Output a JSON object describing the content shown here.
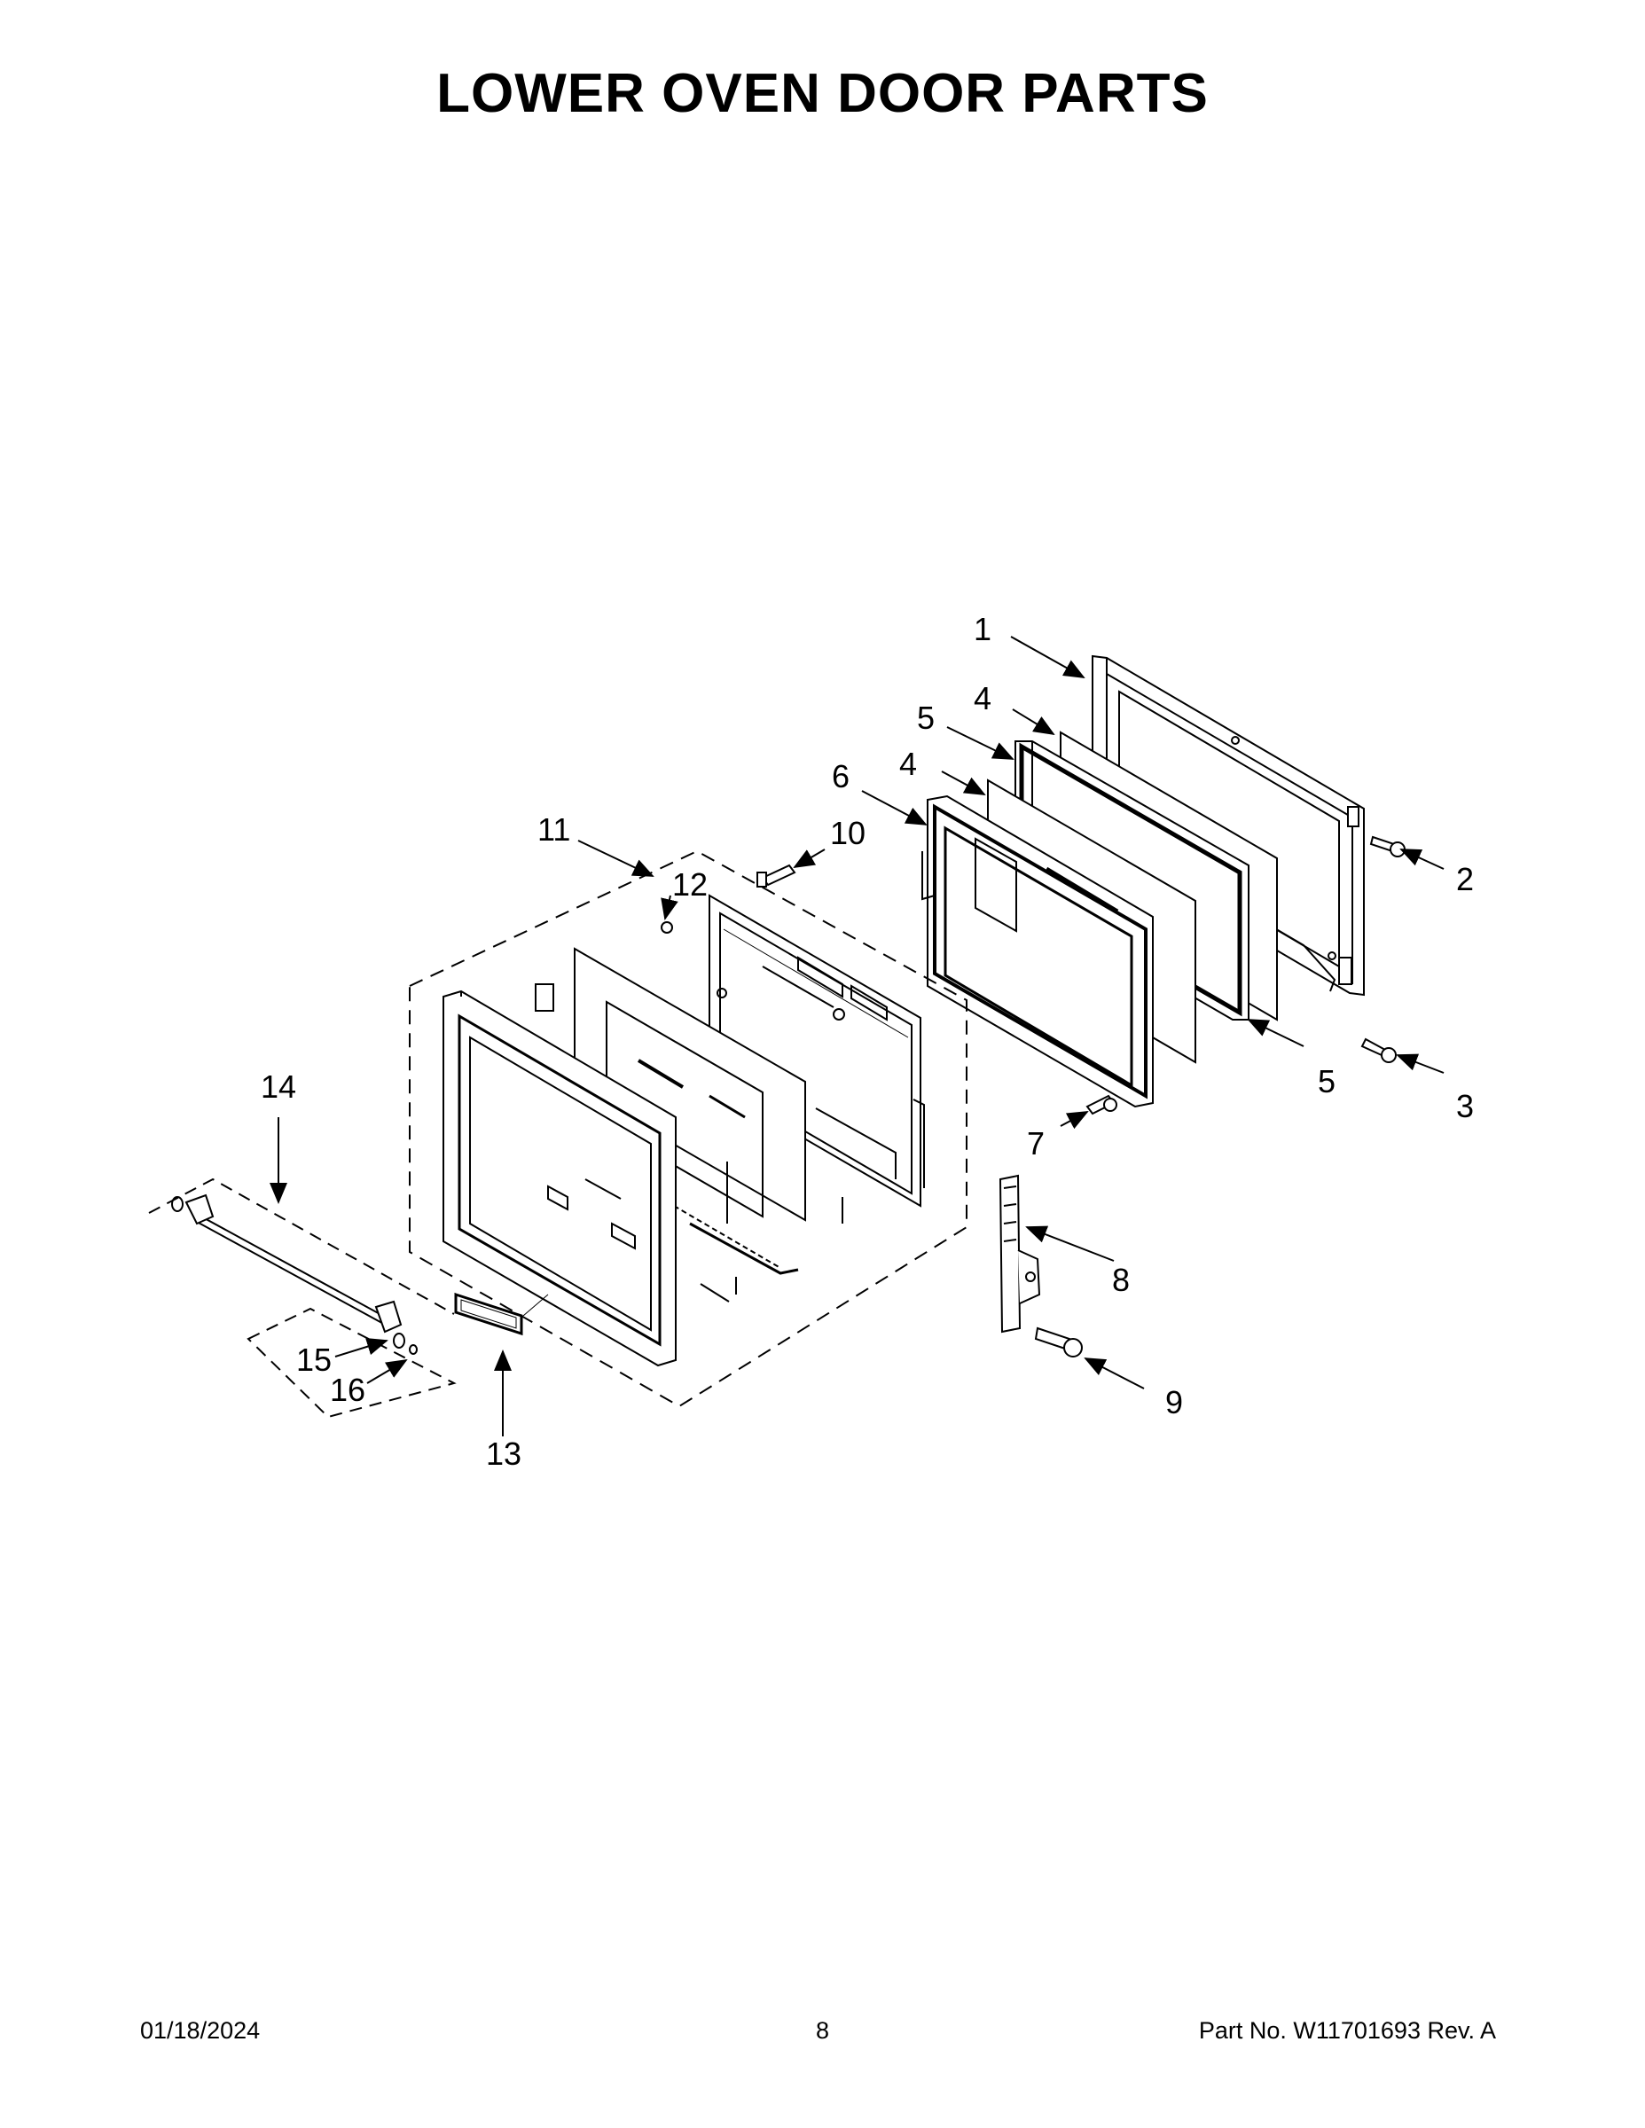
{
  "page": {
    "title": "LOWER OVEN DOOR PARTS"
  },
  "callouts": {
    "c1": "1",
    "c2": "2",
    "c3": "3",
    "c4a": "4",
    "c4b": "4",
    "c5a": "5",
    "c5b": "5",
    "c6": "6",
    "c7": "7",
    "c8": "8",
    "c9": "9",
    "c10": "10",
    "c11": "11",
    "c12": "12",
    "c13": "13",
    "c14": "14",
    "c15": "15",
    "c16": "16"
  },
  "footer": {
    "date": "01/18/2024",
    "page_number": "8",
    "part_number": "Part No.  W11701693  Rev.  A"
  }
}
